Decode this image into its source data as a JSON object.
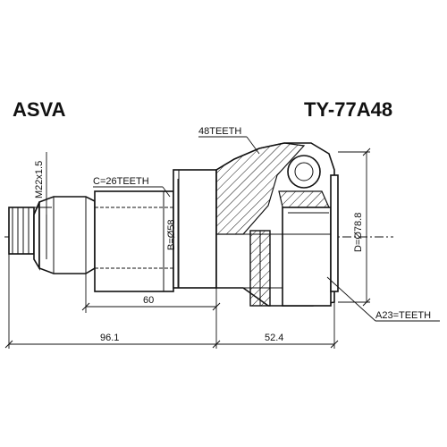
{
  "header": {
    "brand": "ASVA",
    "part_number": "TY-77A48"
  },
  "labels": {
    "thread": "M22x1.5",
    "spline_teeth": "C=26TEETH",
    "bell_teeth": "48TEETH",
    "abs_teeth": "A23=TEETH",
    "shaft_diameter": "B=Ø58",
    "outer_diameter": "D=Ø78.8",
    "dim_60": "60",
    "dim_96": "96.1",
    "dim_52": "52.4"
  }
}
